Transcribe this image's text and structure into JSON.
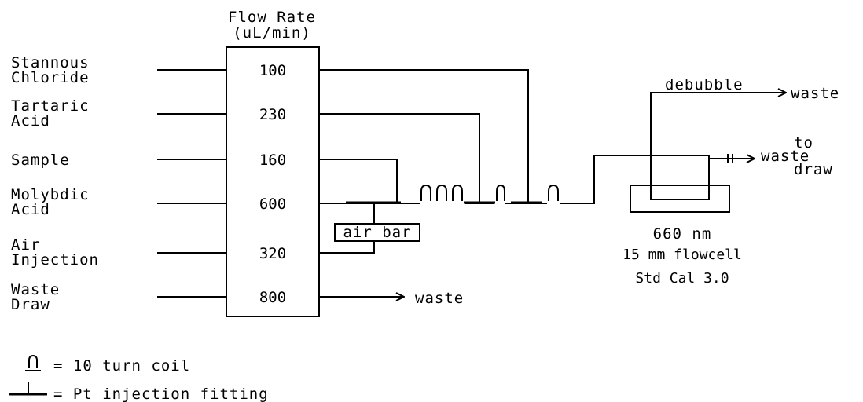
{
  "colors": {
    "line": "#000000",
    "background": "#ffffff"
  },
  "flow_rate_title": [
    "Flow Rate",
    "(uL/min)"
  ],
  "reagents": [
    {
      "name_lines": [
        "Stannous",
        "Chloride"
      ],
      "rate": "100"
    },
    {
      "name_lines": [
        "Tartaric",
        "Acid"
      ],
      "rate": "230"
    },
    {
      "name_lines": [
        "Sample"
      ],
      "rate": "160"
    },
    {
      "name_lines": [
        "Molybdic",
        "Acid"
      ],
      "rate": "600"
    },
    {
      "name_lines": [
        "Air",
        "Injection"
      ],
      "rate": "320"
    },
    {
      "name_lines": [
        "Waste",
        "Draw"
      ],
      "rate": "800"
    }
  ],
  "labels": {
    "air_bar": "air bar",
    "waste_pump": "waste",
    "debubble": "debubble",
    "debubble_waste": "waste",
    "to_waste_draw": [
      "to",
      "waste",
      "draw"
    ],
    "detector": [
      "660 nm",
      "15 mm flowcell",
      "Std Cal 3.0"
    ]
  },
  "legend": [
    {
      "symbol": "coil-icon",
      "text": "= 10 turn coil"
    },
    {
      "symbol": "injection-fitting-icon",
      "text": "= Pt injection fitting"
    }
  ]
}
